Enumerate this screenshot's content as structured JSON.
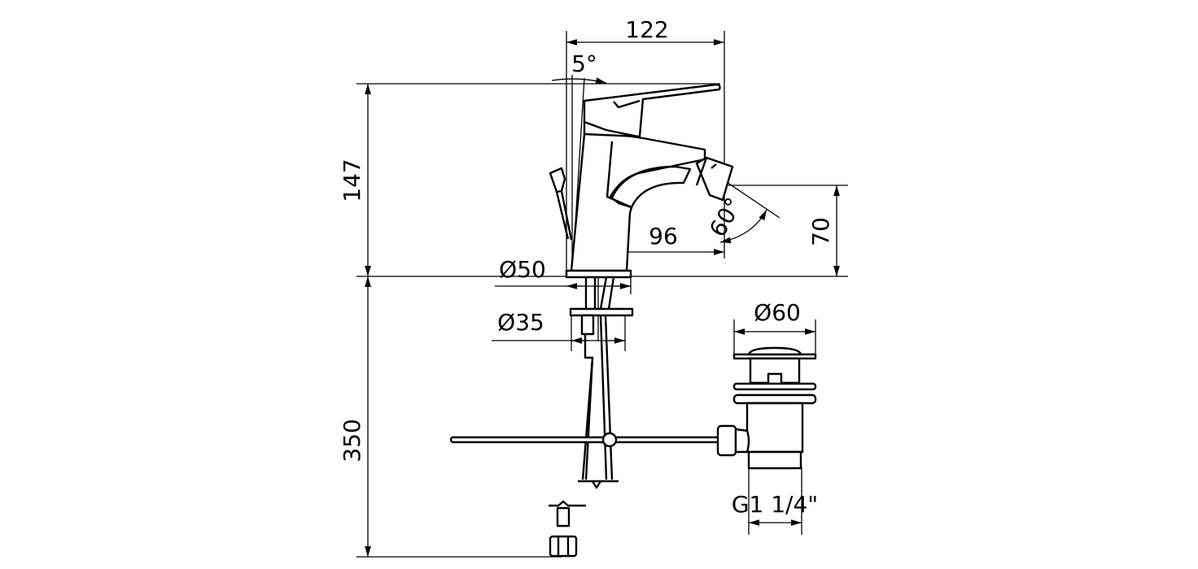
{
  "drawing": {
    "dimensions": {
      "overall_reach": "122",
      "tilt_angle": "5°",
      "height": "147",
      "spout_reach": "96",
      "spray_angle": "60°",
      "spout_height": "70",
      "base_diameter": "Ø50",
      "hole_diameter": "Ø35",
      "hose_length": "350",
      "drain_diameter": "Ø60",
      "drain_thread": "G1 1/4\""
    }
  }
}
